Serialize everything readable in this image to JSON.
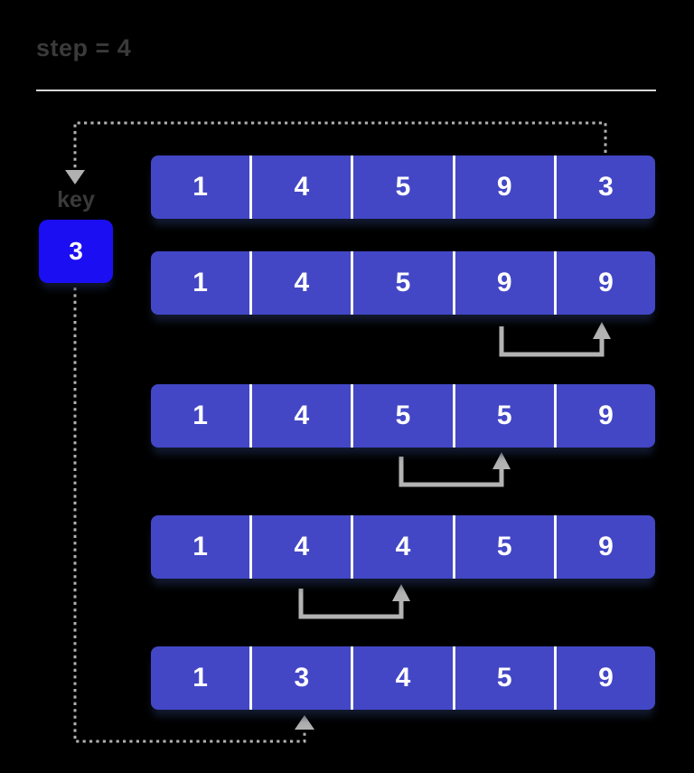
{
  "header": {
    "step_label": "step = 4"
  },
  "key": {
    "label": "key",
    "value": "3"
  },
  "rows": [
    {
      "values": [
        "1",
        "4",
        "5",
        "9",
        "3"
      ]
    },
    {
      "values": [
        "1",
        "4",
        "5",
        "9",
        "9"
      ]
    },
    {
      "values": [
        "1",
        "4",
        "5",
        "5",
        "9"
      ]
    },
    {
      "values": [
        "1",
        "4",
        "4",
        "5",
        "9"
      ]
    },
    {
      "values": [
        "1",
        "3",
        "4",
        "5",
        "9"
      ]
    }
  ],
  "annotations": {
    "extract_flow": {
      "from": "row 1 cell 5",
      "to": "key",
      "style": "dotted-arrow-down"
    },
    "insert_flow": {
      "from": "key",
      "to": "row 5 cell 2",
      "style": "dotted-arrow-up"
    },
    "shift_arrows": [
      {
        "row": 2,
        "from_cell": 4,
        "to_cell": 5
      },
      {
        "row": 3,
        "from_cell": 3,
        "to_cell": 4
      },
      {
        "row": 4,
        "from_cell": 2,
        "to_cell": 3
      }
    ]
  },
  "colors": {
    "background": "#000000",
    "array_box": "#4347c6",
    "key_box": "#1c0ef2",
    "cell_text": "#ffffff",
    "muted_text": "#3a3a3a",
    "divider": "#d6d6d6",
    "dotted_line": "#b0b0b0",
    "shift_arrow": "#b3b3b3"
  }
}
